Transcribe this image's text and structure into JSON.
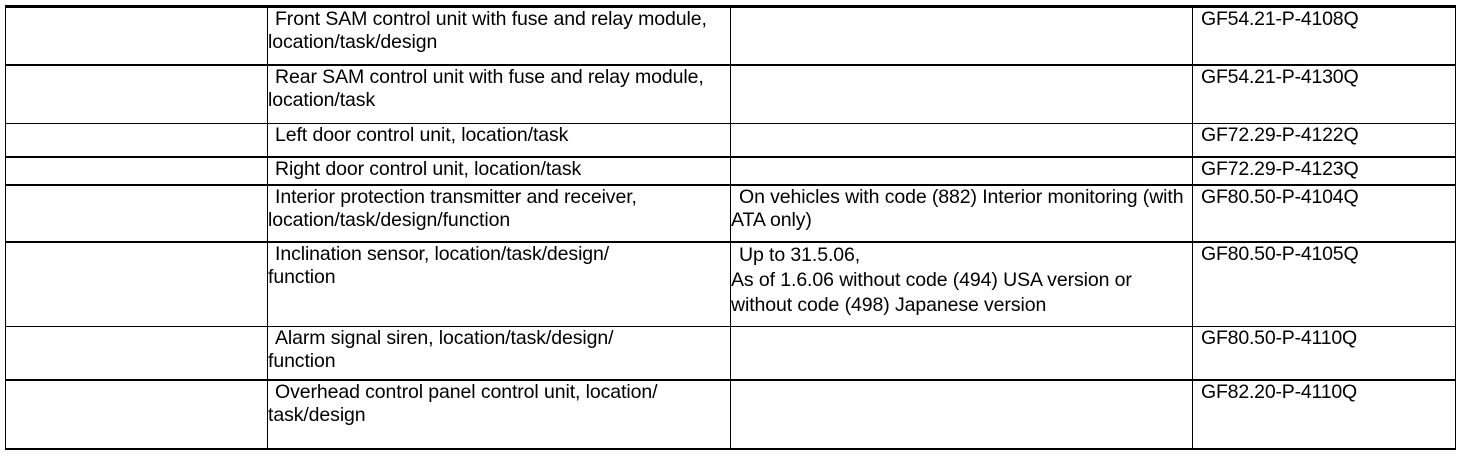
{
  "document": {
    "type": "reference-table",
    "title": "Vehicle control unit document reference table",
    "columns": {
      "marker": "",
      "description": "",
      "condition": "",
      "document_number": ""
    }
  },
  "table": {
    "rows": [
      {
        "marker": "",
        "description": "Front SAM control unit with fuse and relay module, location/task/design",
        "condition": "",
        "document_number": "GF54.21-P-4108Q"
      },
      {
        "marker": "",
        "description": "Rear SAM control unit with fuse and relay module, location/task",
        "condition": "",
        "document_number": "GF54.21-P-4130Q"
      },
      {
        "marker": "",
        "description": "Left door control unit, location/task",
        "condition": "",
        "document_number": "GF72.29-P-4122Q"
      },
      {
        "marker": "",
        "description": "Right door control unit, location/task",
        "condition": "",
        "document_number": "GF72.29-P-4123Q"
      },
      {
        "marker": "",
        "description": "Interior protection transmitter and receiver, location/task/design/function",
        "condition": "On vehicles with code (882) Interior monitoring (with ATA only)",
        "document_number": "GF80.50-P-4104Q"
      },
      {
        "marker": "",
        "description": "Inclination sensor, location/task/design/\nfunction",
        "condition": "Up to 31.5.06,\nAs of 1.6.06 without code (494) USA version or without code (498) Japanese version",
        "document_number": "GF80.50-P-4105Q"
      },
      {
        "marker": "",
        "description": "Alarm signal siren, location/task/design/\nfunction",
        "condition": "",
        "document_number": "GF80.50-P-4110Q"
      },
      {
        "marker": "",
        "description": "Overhead control panel control unit, location/\ntask/design",
        "condition": "",
        "document_number": "GF82.20-P-4110Q"
      }
    ]
  },
  "style": {
    "border_color": "#000000",
    "text_color": "#000000",
    "background": "#ffffff"
  }
}
